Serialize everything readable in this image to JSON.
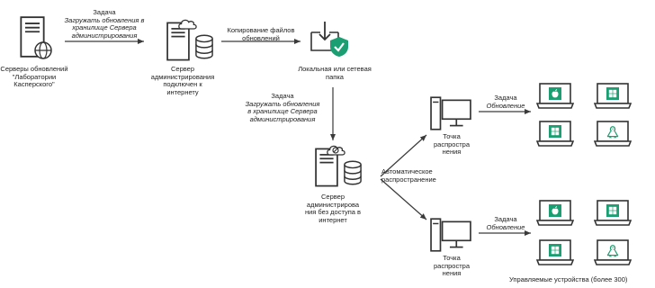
{
  "nodes": {
    "update_servers": {
      "line1": "Серверы обновлений",
      "line2": "\"Лаборатории",
      "line3": "Касперского\""
    },
    "admin_server_online": {
      "line1": "Сервер",
      "line2": "администрирования",
      "line3": "подключен к",
      "line4": "интернету"
    },
    "local_folder": {
      "line1": "Локальная или сетевая",
      "line2": "папка"
    },
    "admin_server_offline": {
      "line1": "Сервер",
      "line2": "администрирова",
      "line3": "ния без доступа в",
      "line4": "интернет"
    },
    "distribution_point_top": {
      "line1": "Точка",
      "line2": "распростра",
      "line3": "нения"
    },
    "distribution_point_bottom": {
      "line1": "Точка",
      "line2": "распростра",
      "line3": "нения"
    },
    "managed_devices": {
      "label": "Управляемые устройства (более 300)"
    }
  },
  "edges": {
    "download_task_1": {
      "line1": "Задача",
      "line2": "Загружать обновления в",
      "line3": "хранилище Сервера",
      "line4": "администрирования"
    },
    "copy_files": {
      "line1": "Копирование файлов",
      "line2": "обновлений"
    },
    "download_task_2": {
      "line1": "Задача",
      "line2": "Загружать обновления",
      "line3": "в хранилище Сервера",
      "line4": "администрирования"
    },
    "auto_distribution": {
      "line1": "Автоматическое",
      "line2": "распространение"
    },
    "update_task_top": {
      "line1": "Задача",
      "line2": "Обновление"
    },
    "update_task_bottom": {
      "line1": "Задача",
      "line2": "Обновление"
    }
  },
  "colors": {
    "accent": "#1a9e72",
    "line": "#3a3a3a"
  },
  "icons": [
    "server-icon",
    "globe-icon",
    "cloud-icon",
    "database-icon",
    "folder-download-icon",
    "shield-check-icon",
    "monitor-icon",
    "laptop-icon",
    "apple-logo-icon",
    "windows-logo-icon",
    "linux-penguin-icon",
    "gear-icon"
  ]
}
